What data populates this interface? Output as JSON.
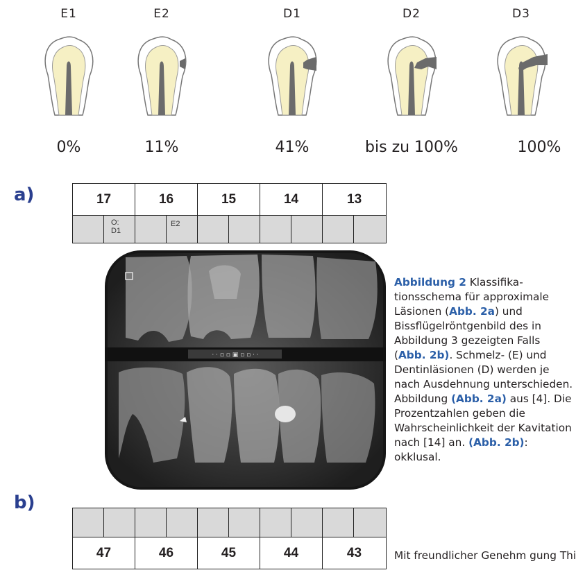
{
  "stages": [
    {
      "label": "E1",
      "pct": "0%"
    },
    {
      "label": "E2",
      "pct": "11%"
    },
    {
      "label": "D1",
      "pct": "41%"
    },
    {
      "label": "D2",
      "pct": "bis zu 100%"
    },
    {
      "label": "D3",
      "pct": "100%"
    }
  ],
  "section_a": {
    "letter": "a)",
    "teeth": [
      "17",
      "16",
      "15",
      "14",
      "13"
    ],
    "findings": [
      "",
      "O:\nD1",
      "",
      "E2",
      "",
      "",
      "",
      "",
      "",
      ""
    ]
  },
  "section_b": {
    "letter": "b)",
    "teeth": [
      "47",
      "46",
      "45",
      "44",
      "43"
    ]
  },
  "xray": {
    "sensor_marks": "· · ▫ ▫ ▣ ▫ ▫ · ·"
  },
  "caption": {
    "title": "Abbildung 2",
    "p1": " Klassifika­tionsschema für approxi­male Läsionen (",
    "ref_a": "Abb. 2a",
    "p2": ") und Bissflügelröntgenbild des in Abbildung 3 ge­zeigten Falls (",
    "ref_b": "Abb. 2b)",
    "p3": ". Schmelz- (E) und Dentin­läsionen (D) werden je nach Ausdehnung unter­schieden. Abbildung ",
    "ref_a2": "(Abb. 2a)",
    "p4": " aus [4]. Die Prozentzahlen geben die Wahrscheinlichkeit der Kavitation nach [14] an. ",
    "ref_b2": "(Abb. 2b)",
    "p5": ": okklusal."
  },
  "credit": "Mit freundlicher Genehm gung Thieme-Verlag",
  "colors": {
    "accent": "#2b5fa8",
    "letter": "#2a3f8f",
    "pulp": "#f6f0c4",
    "lesion": "#6b6b6b"
  }
}
